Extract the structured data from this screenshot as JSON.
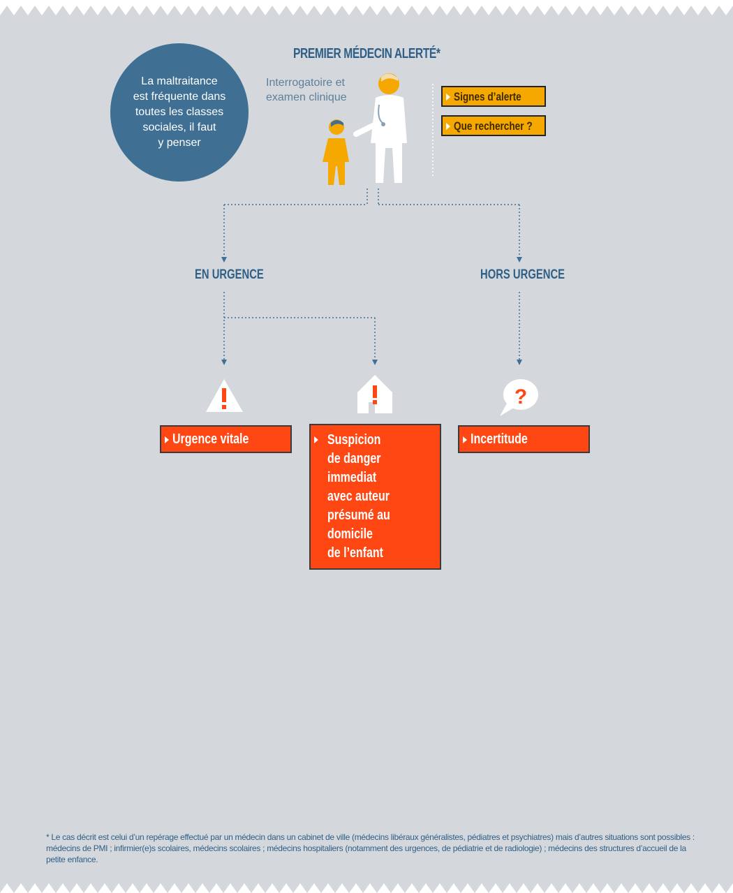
{
  "colors": {
    "background": "#d4d8dc",
    "circle": "#3f6f93",
    "title_blue": "#2f5f86",
    "alert_yellow": "#f5a800",
    "alert_red": "#ff4713",
    "doctor_face": "#f5a800",
    "child_body": "#f5a800"
  },
  "circle_text": "La maltraitance\nest fréquente dans\ntoutes les classes\nsociales, il faut\ny penser",
  "title": "PREMIER MÉDECIN ALERTÉ*",
  "exam_text": "Interrogatoire et\nexamen clinique",
  "yellow_buttons": [
    {
      "label": "Signes d’alerte"
    },
    {
      "label": "Que rechercher ?"
    }
  ],
  "branches": {
    "urgent": "EN URGENCE",
    "non_urgent": "HORS URGENCE"
  },
  "icons": {
    "warning": "warning-triangle-icon",
    "house": "house-alert-icon",
    "question": "question-bubble-icon"
  },
  "outcomes": [
    {
      "label": "Urgence vitale"
    },
    {
      "label": "Suspicion\nde danger\nimmediat\navec auteur\nprésumé au\ndomicile\nde l’enfant"
    },
    {
      "label": "Incertitude"
    }
  ],
  "footnote": "* Le cas décrit est celui d’un repérage effectué par un médecin dans un cabinet de ville (médecins libéraux généralistes, pédiatres et psychiatres) mais d’autres situations sont possibles : médecins de PMI ; infirmier(e)s scolaires, médecins scolaires ; médecins hospitaliers (notamment des urgences, de pédiatrie et de radiologie) ; médecins des structures d’accueil de la petite enfance."
}
